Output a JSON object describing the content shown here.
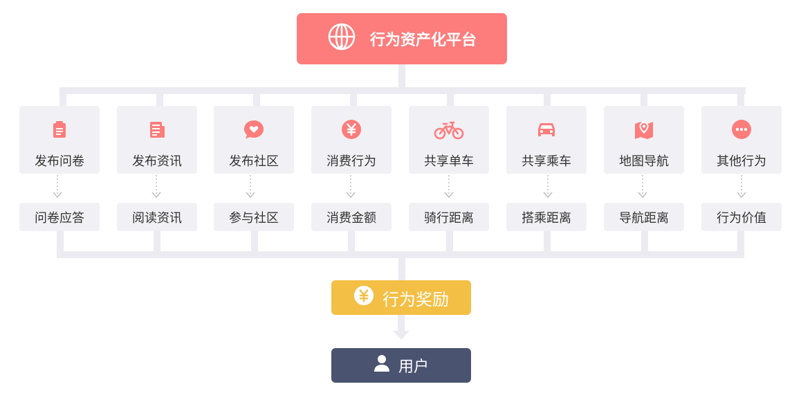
{
  "colors": {
    "top_box": "#fd7c7c",
    "icon": "#fd7c7c",
    "reward_box": "#f3bf45",
    "user_box": "#4a5370",
    "card_bg": "#f1f1f5",
    "connector": "#ebebf1",
    "arrow": "#bdbdbd"
  },
  "top": {
    "label": "行为资产化平台",
    "icon": "globe-icon"
  },
  "behaviors": [
    {
      "label": "发布问卷",
      "icon": "clipboard-icon",
      "result": "问卷应答"
    },
    {
      "label": "发布资讯",
      "icon": "newspaper-icon",
      "result": "阅读资讯"
    },
    {
      "label": "发布社区",
      "icon": "chat-heart-icon",
      "result": "参与社区"
    },
    {
      "label": "消费行为",
      "icon": "yuan-coin-icon",
      "result": "消费金额"
    },
    {
      "label": "共享单车",
      "icon": "bicycle-icon",
      "result": "骑行距离"
    },
    {
      "label": "共享乘车",
      "icon": "car-icon",
      "result": "搭乘距离"
    },
    {
      "label": "地图导航",
      "icon": "map-pin-icon",
      "result": "导航距离"
    },
    {
      "label": "其他行为",
      "icon": "more-dots-icon",
      "result": "行为价值"
    }
  ],
  "reward": {
    "label": "行为奖励",
    "icon": "yuan-coin-icon"
  },
  "user": {
    "label": "用户",
    "icon": "user-icon"
  }
}
